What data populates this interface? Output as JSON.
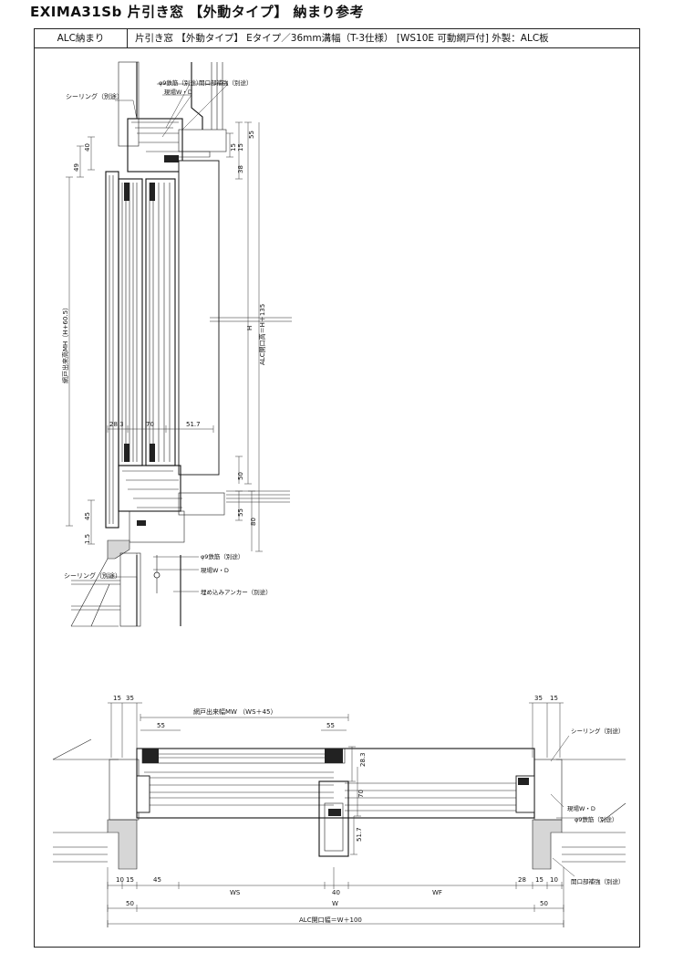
{
  "title": "EXIMA31Sb 片引き窓 【外動タイプ】 納まり参考",
  "header": {
    "left": "ALC納まり",
    "right": "片引き窓 【外動タイプ】 Eタイプ／36mm溝幅（T-3仕様） [WS10E 可動網戸付]  外製：ALC板"
  },
  "section": {
    "annotations": {
      "sealing_top": "シーリング（別途）",
      "rebar_top": "φ9鉄筋（別途）",
      "wd_top": "現場W・D",
      "opening_reinforce": "開口部補強（別途）",
      "rebar_bottom": "φ9鉄筋（別途）",
      "wd_bottom": "現場W・D",
      "anchor": "埋め込みアンカー（別途）",
      "sealing_bottom": "シーリング（別途）"
    },
    "dims": {
      "d40": "40",
      "d49": "49",
      "d15": "15",
      "d15b": "15",
      "d55_top": "55",
      "d38": "38",
      "screen_height": "網戸出来高MH（H+60.5）",
      "H": "H",
      "alc_height": "ALC開口高＝H＋135",
      "d28_3": "28.3",
      "d70": "70",
      "d51_7": "51.7",
      "d50": "50",
      "d45": "45",
      "d55_bot": "55",
      "d80": "80",
      "d1_5": "1.5"
    }
  },
  "plan": {
    "annotations": {
      "sealing": "シーリング（別途）",
      "wd": "現場W・D",
      "rebar": "φ9鉄筋（別途）",
      "opening_reinforce": "開口部補強（別途）"
    },
    "dims": {
      "top_15_l": "15",
      "top_35_l": "35",
      "top_35_r": "35",
      "top_15_r": "15",
      "screen_width": "網戸出来幅MW （WS＋45）",
      "d55_l": "55",
      "d55_r": "55",
      "d28_3": "28.3",
      "d70": "70",
      "d51_7": "51.7",
      "b10_l": "10",
      "b15_l": "15",
      "b45": "45",
      "b28": "28",
      "b15_r": "15",
      "b10_r": "10",
      "WS": "WS",
      "d40": "40",
      "WF": "WF",
      "W": "W",
      "d50_l": "50",
      "d50_r": "50",
      "alc_width": "ALC開口幅＝W＋100"
    }
  }
}
